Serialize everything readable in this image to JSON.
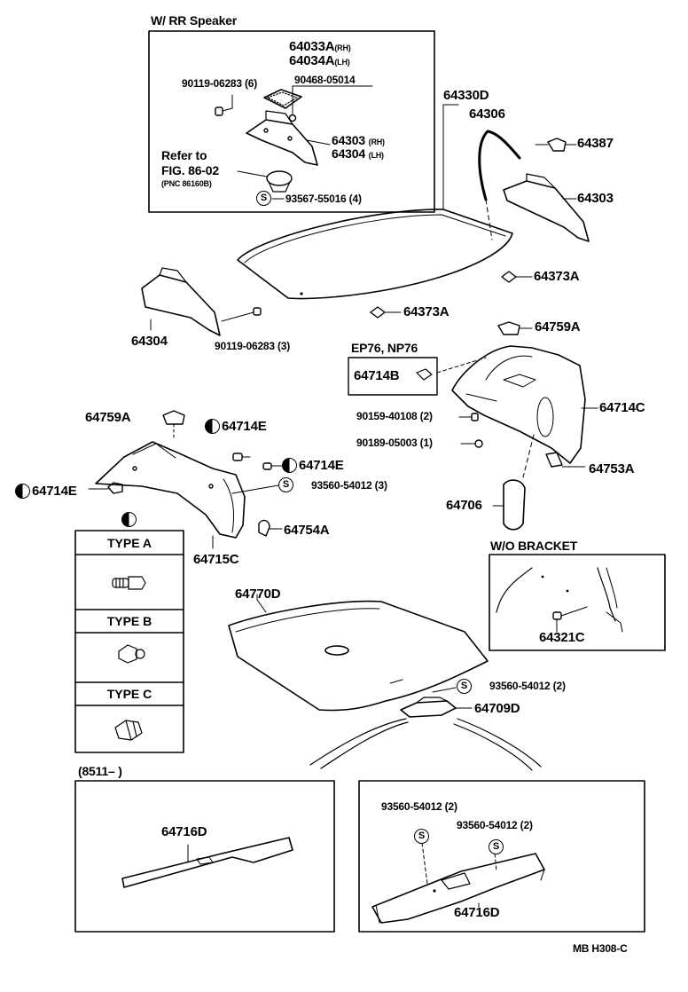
{
  "speaker_inset": {
    "title": "W/ RR Speaker",
    "part_64033A": "64033A",
    "side_rh": "(RH)",
    "part_64034A": "64034A",
    "side_lh": "(LH)",
    "screw": "90119-06283 (6)",
    "clip": "90468-05014",
    "part_64303": "64303",
    "part_64304": "64304",
    "refer_to": "Refer to",
    "fig_ref": "FIG. 86-02",
    "pnc_ref": "(PNC 86160B)",
    "s_symbol": "S",
    "seal": "93567-55016 (4)"
  },
  "main_parts": {
    "p64330D": "64330D",
    "p64306": "64306",
    "p64387": "64387",
    "p64303": "64303",
    "p64373A_right": "64373A",
    "p64373A_center": "64373A",
    "p64304": "64304",
    "screw_90119": "90119-06283 (3)",
    "p64759A_right": "64759A",
    "ep_header": "EP76, NP76",
    "p64714B": "64714B",
    "p64714C": "64714C",
    "screw_90159": "90159-40108 (2)",
    "nut_90189": "90189-05003 (1)",
    "p64753A": "64753A",
    "p64706": "64706",
    "p64759A_left": "64759A",
    "p64714E_a": "64714E",
    "p64714E_b": "64714E",
    "p64714E_c": "64714E",
    "screw_93560_a": "93560-54012 (3)",
    "p64754A": "64754A",
    "p64715C": "64715C",
    "p64770D": "64770D",
    "screw_93560_b": "93560-54012 (2)",
    "p64709D": "64709D"
  },
  "type_table": {
    "type_a": "TYPE A",
    "type_b": "TYPE B",
    "type_c": "TYPE C"
  },
  "bracket_inset": {
    "title": "W/O  BRACKET",
    "p64321C": "64321C"
  },
  "lower_left_inset": {
    "date_range": "(8511–        )",
    "p64716D": "64716D"
  },
  "lower_right_inset": {
    "screw_a": "93560-54012 (2)",
    "screw_b": "93560-54012 (2)",
    "p64716D": "64716D"
  },
  "footer": {
    "code": "MB  H308-C"
  }
}
